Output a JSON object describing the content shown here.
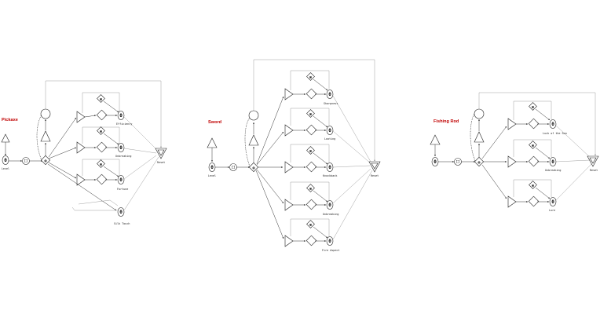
{
  "pickaxe": {
    "title": "Pickaxe",
    "source_label": "Level",
    "source_value": "0",
    "pool_value": "0",
    "branch_labels": [
      "Efficiency",
      "Unbreaking",
      "Fortune",
      "Silk Touch"
    ],
    "drain_label": "Reset"
  },
  "sword": {
    "title": "Sword",
    "source_label": "Level",
    "source_value": "0",
    "pool_value": "0",
    "branch_labels": [
      "Sharpness",
      "Looting",
      "Knockback",
      "Unbreaking",
      "Fire Aspect"
    ],
    "drain_label": "Reset"
  },
  "fishing_rod": {
    "title": "Fishing Rod",
    "source_value": "0",
    "pool_value": "0",
    "branch_labels": [
      "Luck of the Sea",
      "Unbreaking",
      "Lure"
    ],
    "drain_label": "Reset"
  }
}
